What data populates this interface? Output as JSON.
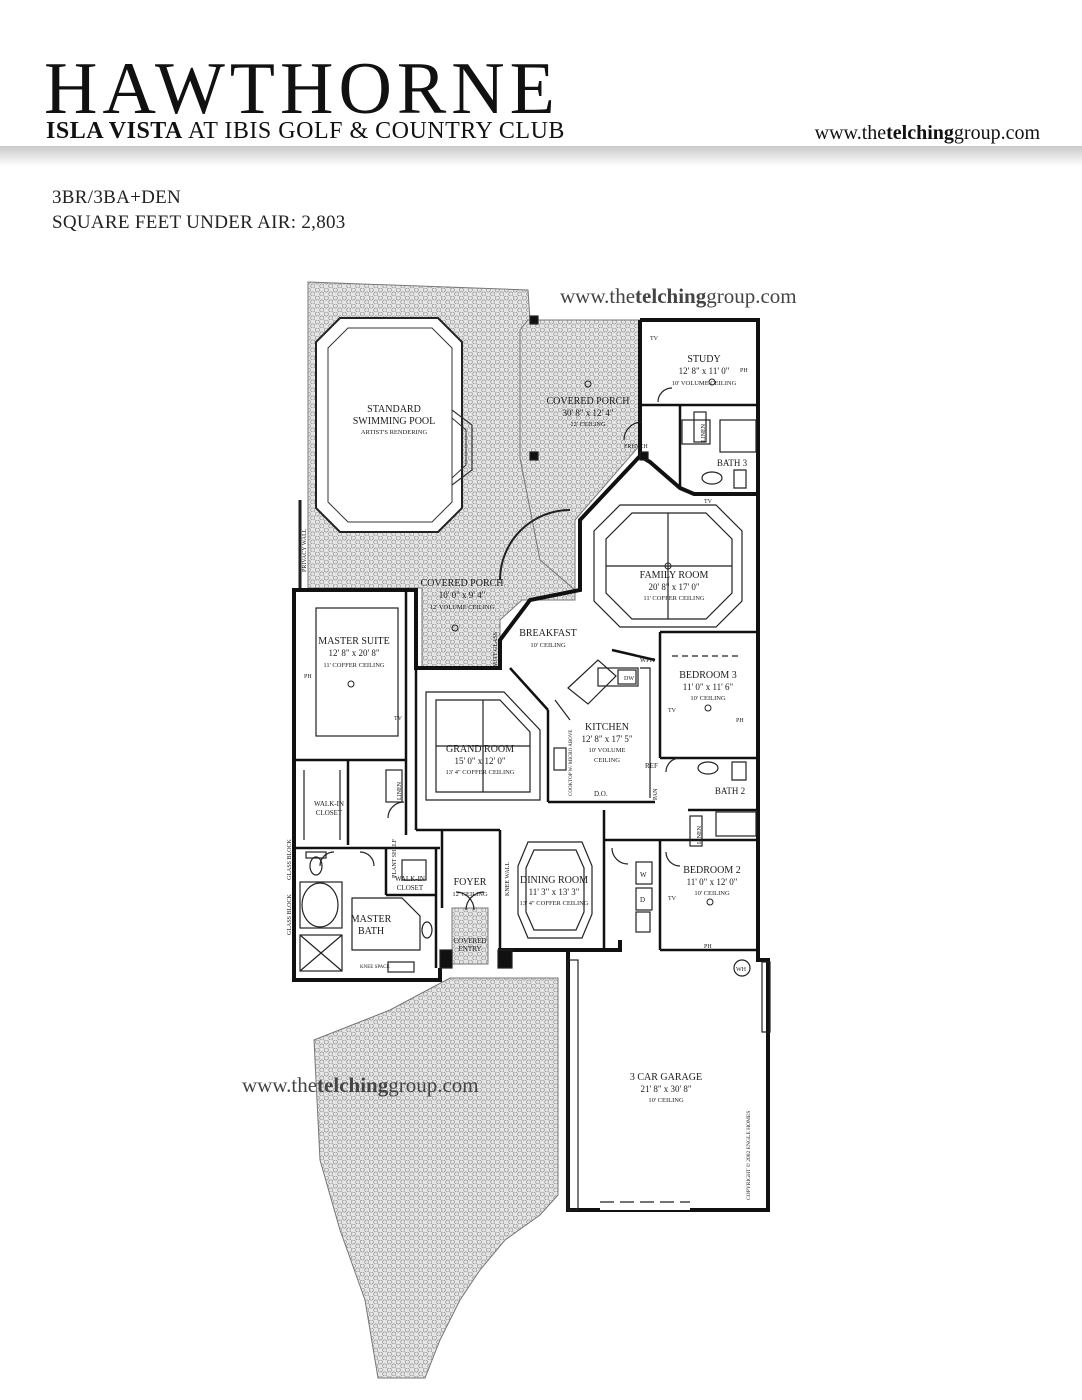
{
  "header": {
    "title": "HAWTHORNE",
    "subtitle_bold": "ISLA VISTA",
    "subtitle_rest": " AT IBIS GOLF & COUNTRY CLUB",
    "url_prefix": "www.the",
    "url_bold": "telching",
    "url_suffix": "group.com"
  },
  "specs": {
    "beds_baths": "3BR/3BA+DEN",
    "sqft": "SQUARE FEET UNDER AIR: 2,803"
  },
  "watermarks": [
    {
      "prefix": "www.the",
      "bold": "telching",
      "suffix": "group.com"
    },
    {
      "prefix": "www.the",
      "bold": "telching",
      "suffix": "group.com"
    }
  ],
  "rooms": {
    "pool": {
      "name1": "STANDARD",
      "name2": "SWIMMING POOL",
      "note": "ARTIST'S RENDERING"
    },
    "covered_porch_main": {
      "name": "COVERED PORCH",
      "dims": "30' 8\" x 12' 4\"",
      "ceiling": "12' CEILING"
    },
    "study": {
      "name": "STUDY",
      "dims": "12' 8\" x 11' 0\"",
      "ceiling": "10' VOLUME CEILING"
    },
    "bath3": {
      "name": "BATH 3"
    },
    "family_room": {
      "name": "FAMILY ROOM",
      "dims": "20' 8\" x 17' 0\"",
      "ceiling": "11' COFFER CEILING"
    },
    "covered_porch_small": {
      "name": "COVERED PORCH",
      "dims": "10' 0\" x 9' 4\"",
      "ceiling": "12' VOLUME CEILING"
    },
    "breakfast": {
      "name": "BREAKFAST",
      "ceiling": "10' CEILING"
    },
    "master_suite": {
      "name": "MASTER SUITE",
      "dims": "12' 8\" x 20' 8\"",
      "ceiling": "11' COFFER CEILING"
    },
    "bedroom3": {
      "name": "BEDROOM 3",
      "dims": "11' 0\" x 11' 6\"",
      "ceiling": "10' CEILING"
    },
    "kitchen": {
      "name": "KITCHEN",
      "dims": "12' 8\" x 17' 5\"",
      "ceiling1": "10' VOLUME",
      "ceiling2": "CEILING"
    },
    "grand_room": {
      "name": "GRAND ROOM",
      "dims": "15' 0\" x 12' 0\"",
      "ceiling": "13' 4\" COFFER CEILING"
    },
    "bath2": {
      "name": "BATH 2"
    },
    "walkin_closet_1": {
      "name1": "WALK-IN",
      "name2": "CLOSET"
    },
    "walkin_closet_2": {
      "name1": "WALK-IN",
      "name2": "CLOSET"
    },
    "foyer": {
      "name": "FOYER",
      "ceiling": "12' CEILING"
    },
    "dining_room": {
      "name": "DINING ROOM",
      "dims": "11' 3\" x 13' 3\"",
      "ceiling": "13' 4\" COFFER CEILING"
    },
    "bedroom2": {
      "name": "BEDROOM 2",
      "dims": "11' 0\" x 12' 0\"",
      "ceiling": "10' CEILING"
    },
    "master_bath": {
      "name1": "MASTER",
      "name2": "BATH"
    },
    "covered_entry": {
      "name1": "COVERED",
      "name2": "ENTRY"
    },
    "garage": {
      "name": "3 CAR GARAGE",
      "dims": "21' 8\" x 30' 8\"",
      "ceiling": "10' CEILING"
    }
  },
  "small_labels": {
    "privacy_wall": "PRIVACY WALL",
    "butt_glass": "BUTT GLASS",
    "knee_wall": "KNEE WALL",
    "plant_shelf": "PLANT SHELF",
    "glass_block": "GLASS BLOCK",
    "french": "FRENCH",
    "linen": "LINEN",
    "do": "D.O.",
    "pan": "PAN",
    "ref": "REF",
    "wph": "WPH",
    "dw": "DW",
    "tv": "TV",
    "ph": "PH",
    "wh": "WH",
    "w": "W",
    "d": "D",
    "knee_space": "KNEE SPACE",
    "copyright": "COPYRIGHT © 2002   ENGLE HOMES",
    "cooktop": "COOKTOP W/ MICRO ABOVE"
  }
}
